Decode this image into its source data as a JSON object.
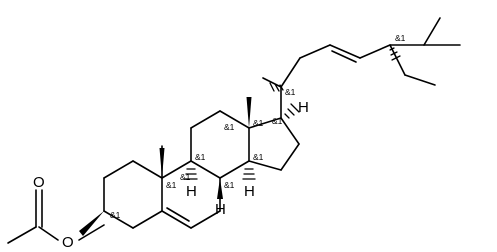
{
  "molecule": {
    "oxygen_labels": [
      "O",
      "O"
    ],
    "hydrogen_labels": [
      "H",
      "H",
      "H",
      "H"
    ],
    "stereo_labels": [
      "&1",
      "&1",
      "&1",
      "&1",
      "&1",
      "&1",
      "&1",
      "&1",
      "&1",
      "&1",
      "&1"
    ]
  }
}
